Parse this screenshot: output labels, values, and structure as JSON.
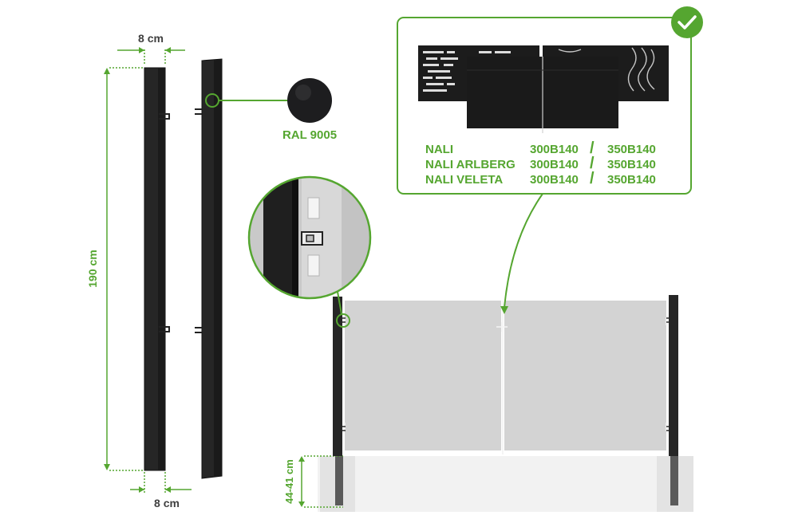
{
  "colors": {
    "accent": "#55a630",
    "post": "#262626",
    "post_highlight": "#3a3a3a",
    "panel": "#d3d3d3",
    "panel_dark": "#1c1c1c",
    "ground": "#ececec",
    "ral_swatch": "#1d1d1f"
  },
  "dimensions": {
    "post_width_top": "8 cm",
    "post_width_bottom": "8 cm",
    "post_height": "190 cm",
    "foundation_depth": "44-41 cm"
  },
  "finish": {
    "ral_code": "RAL 9005"
  },
  "compatible_panels": [
    {
      "model": "NALI",
      "size_a": "300B140",
      "separator": "/",
      "size_b": "350B140"
    },
    {
      "model": "NALI ARLBERG",
      "size_a": "300B140",
      "separator": "/",
      "size_b": "350B140"
    },
    {
      "model": "NALI VELETA",
      "size_a": "300B140",
      "separator": "/",
      "size_b": "350B140"
    }
  ],
  "badge": {
    "icon": "checkmark-icon"
  }
}
